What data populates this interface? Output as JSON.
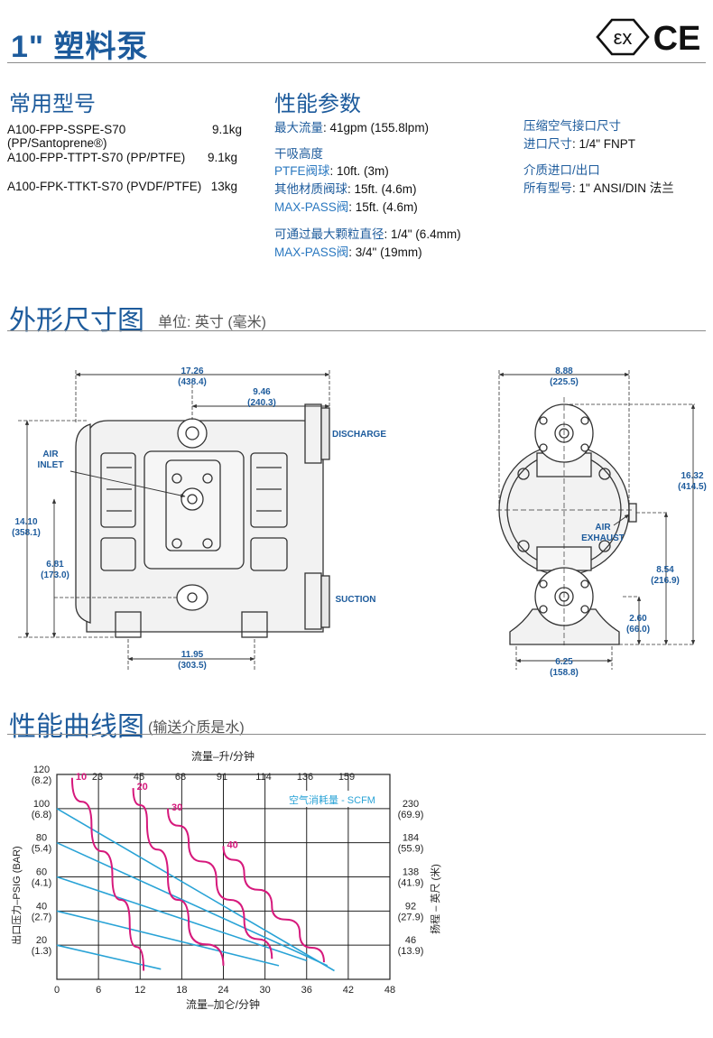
{
  "header": {
    "title": "1\" 塑料泵",
    "ex_mark": "εx",
    "ce_mark": "CE"
  },
  "models": {
    "heading": "常用型号",
    "items": [
      {
        "name": "A100-FPP-SSPE-S70 (PP/Santoprene®)",
        "weight": "9.1kg"
      },
      {
        "name": "A100-FPP-TTPT-S70 (PP/PTFE)",
        "weight": "9.1kg"
      },
      {
        "name": "A100-FPK-TTKT-S70 (PVDF/PTFE)",
        "weight": "13kg"
      }
    ]
  },
  "performance": {
    "heading": "性能参数",
    "max_flow_label": "最大流量",
    "max_flow_value": ": 41gpm (155.8lpm)",
    "dry_lift_label": "干吸高度",
    "ptfe_label": "PTFE阀球",
    "ptfe_value": ": 10ft. (3m)",
    "other_label": "其他材质阀球",
    "other_value": ": 15ft. (4.6m)",
    "maxpass_label": "MAX-PASS阀",
    "maxpass_value": ": 15ft. (4.6m)",
    "particle_label": "可通过最大颗粒直径",
    "particle_value": ": 1/4\" (6.4mm)",
    "maxpass2_label": "MAX-PASS阀",
    "maxpass2_value": ": 3/4\" (19mm)"
  },
  "connections": {
    "air_heading": "压缩空气接口尺寸",
    "inlet_label": "进口尺寸",
    "inlet_value": ": 1/4\" FNPT",
    "media_heading": "介质进口/出口",
    "all_label": "所有型号",
    "all_value": ": 1\" ANSI/DIN 法兰"
  },
  "dimensions": {
    "heading": "外形尺寸图",
    "unit_note": "单位: 英寸 (毫米)",
    "labels": {
      "overall_width": "17.26",
      "overall_width_mm": "(438.4)",
      "half_width": "9.46",
      "half_width_mm": "(240.3)",
      "height": "14.10",
      "height_mm": "(358.1)",
      "inlet_height": "6.81",
      "inlet_height_mm": "(173.0)",
      "base_width": "11.95",
      "base_width_mm": "(303.5)",
      "air_inlet_1": "AIR",
      "air_inlet_2": "INLET",
      "discharge": "DISCHARGE",
      "suction": "SUCTION",
      "side_width": "8.88",
      "side_width_mm": "(225.5)",
      "side_height": "16.32",
      "side_height_mm": "(414.5)",
      "exhaust_height": "8.54",
      "exhaust_height_mm": "(216.9)",
      "bottom_height": "2.60",
      "bottom_height_mm": "(66.0)",
      "side_base": "6.25",
      "side_base_mm": "(158.8)",
      "air_exhaust_1": "AIR",
      "air_exhaust_2": "EXHAUST"
    }
  },
  "curve": {
    "heading": "性能曲线图",
    "subheading": "(输送介质是水)",
    "top_axis_title": "流量–升/分钟",
    "bottom_axis_title": "流量–加仑/分钟",
    "left_axis_title": "出口压力–PSIG (BAR)",
    "right_axis_title": "扬程 – 英尺 (米)",
    "legend_label": "空气消耗量 - SCFM"
  },
  "chart_data": {
    "type": "line",
    "x_range": [
      0,
      48
    ],
    "y_range": [
      0,
      120
    ],
    "x_ticks": [
      "0",
      "6",
      "12",
      "18",
      "24",
      "30",
      "36",
      "42",
      "48"
    ],
    "top_ticks": [
      "23",
      "45",
      "68",
      "91",
      "114",
      "136",
      "159"
    ],
    "left_ticks": [
      {
        "psi": "120",
        "bar": "(8.2)"
      },
      {
        "psi": "100",
        "bar": "(6.8)"
      },
      {
        "psi": "80",
        "bar": "(5.4)"
      },
      {
        "psi": "60",
        "bar": "(4.1)"
      },
      {
        "psi": "40",
        "bar": "(2.7)"
      },
      {
        "psi": "20",
        "bar": "(1.3)"
      }
    ],
    "right_ticks": [
      {
        "ft": "230",
        "m": "(69.9)",
        "y": 100
      },
      {
        "ft": "184",
        "m": "(55.9)",
        "y": 80
      },
      {
        "ft": "138",
        "m": "(41.9)",
        "y": 60
      },
      {
        "ft": "92",
        "m": "(27.9)",
        "y": 40
      },
      {
        "ft": "46",
        "m": "(13.9)",
        "y": 20
      }
    ],
    "pressure_lines": [
      {
        "points": [
          [
            0,
            100
          ],
          [
            40,
            5
          ]
        ]
      },
      {
        "points": [
          [
            0,
            80
          ],
          [
            39,
            8
          ]
        ]
      },
      {
        "points": [
          [
            0,
            60
          ],
          [
            36,
            11
          ]
        ]
      },
      {
        "points": [
          [
            0,
            40
          ],
          [
            32,
            8
          ]
        ]
      },
      {
        "points": [
          [
            0,
            20
          ],
          [
            15,
            6
          ]
        ]
      }
    ],
    "air_series": [
      {
        "name": "10",
        "points": [
          [
            2.2,
            118
          ],
          [
            5,
            90
          ],
          [
            8,
            60
          ],
          [
            10.5,
            33
          ],
          [
            12.5,
            5
          ]
        ]
      },
      {
        "name": "20",
        "points": [
          [
            11,
            112
          ],
          [
            13,
            92
          ],
          [
            16,
            60
          ],
          [
            19,
            33
          ],
          [
            24,
            8
          ]
        ]
      },
      {
        "name": "30",
        "points": [
          [
            16,
            100
          ],
          [
            19,
            80
          ],
          [
            23,
            58
          ],
          [
            27,
            35
          ],
          [
            31,
            12
          ]
        ]
      },
      {
        "name": "40",
        "points": [
          [
            24,
            78
          ],
          [
            27,
            62
          ],
          [
            31,
            43
          ],
          [
            35,
            27
          ],
          [
            38.5,
            10
          ]
        ]
      }
    ],
    "colors": {
      "pressure": "#29a3d6",
      "air": "#d6197c"
    }
  }
}
